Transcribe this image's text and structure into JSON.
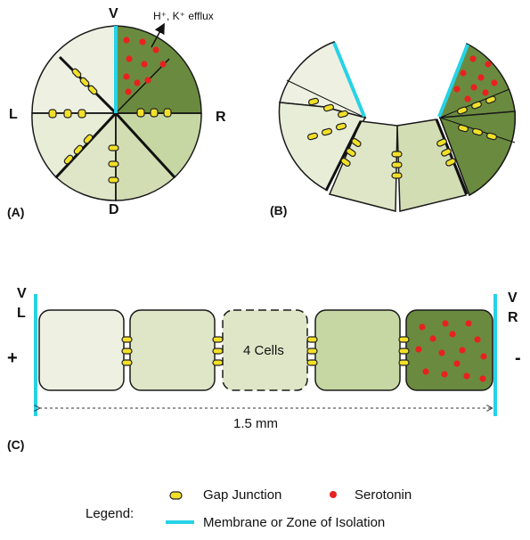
{
  "panel_a": {
    "label": "(A)",
    "axis_v": "V",
    "axis_l": "L",
    "axis_r": "R",
    "axis_d": "D",
    "efflux_label": "H⁺, K⁺ efflux"
  },
  "panel_b": {
    "label": "(B)"
  },
  "panel_c": {
    "label": "(C)",
    "left_v": "V",
    "left_l": "L",
    "left_sign": "+",
    "right_v": "V",
    "right_r": "R",
    "right_sign": "-",
    "middle_cell_text": "4 Cells",
    "scale_text": "1.5 mm"
  },
  "legend": {
    "title": "Legend:",
    "gap_junction": "Gap Junction",
    "serotonin": "Serotonin",
    "membrane": "Membrane or Zone of Isolation"
  },
  "colors": {
    "cell_lightest": "#eef1e2",
    "cell_light": "#dfe6c7",
    "cell_mid": "#c6d7a3",
    "cell_dark": "#6a8b3f",
    "membrane": "#27d2e6",
    "serotonin": "#e8211f",
    "gap_junction": "#f2e028",
    "outline": "#1a1a1a"
  }
}
